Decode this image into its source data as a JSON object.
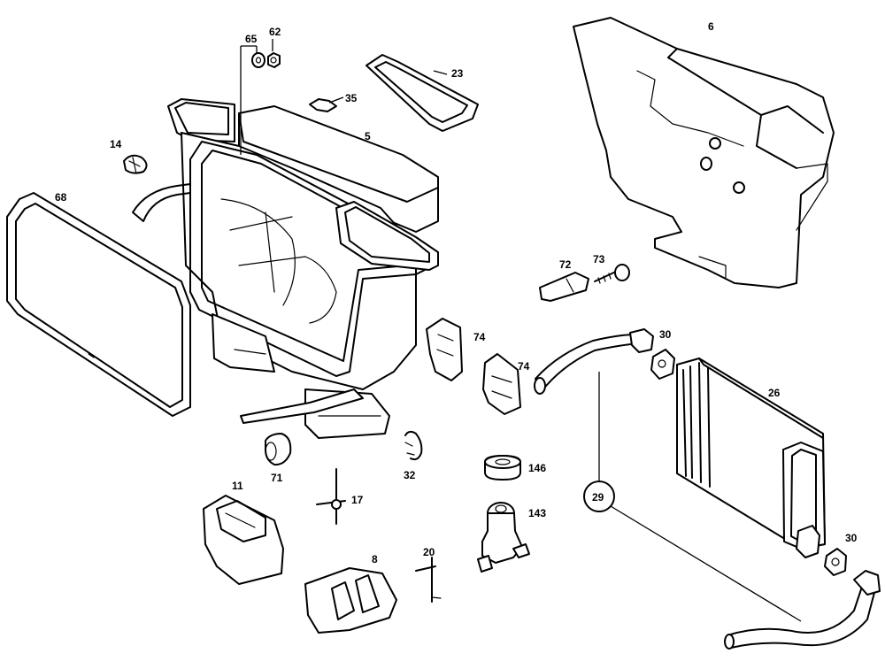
{
  "labels": {
    "p65": "65",
    "p62": "62",
    "p23": "23",
    "p35": "35",
    "p5": "5",
    "p6": "6",
    "p14": "14",
    "p68": "68",
    "p72": "72",
    "p73": "73",
    "p74a": "74",
    "p74b": "74",
    "p30a": "30",
    "p26": "26",
    "p71": "71",
    "p32": "32",
    "p146": "146",
    "p11": "11",
    "p17": "17",
    "p143": "143",
    "p29": "29",
    "p30b": "30",
    "p8": "8",
    "p20": "20"
  }
}
